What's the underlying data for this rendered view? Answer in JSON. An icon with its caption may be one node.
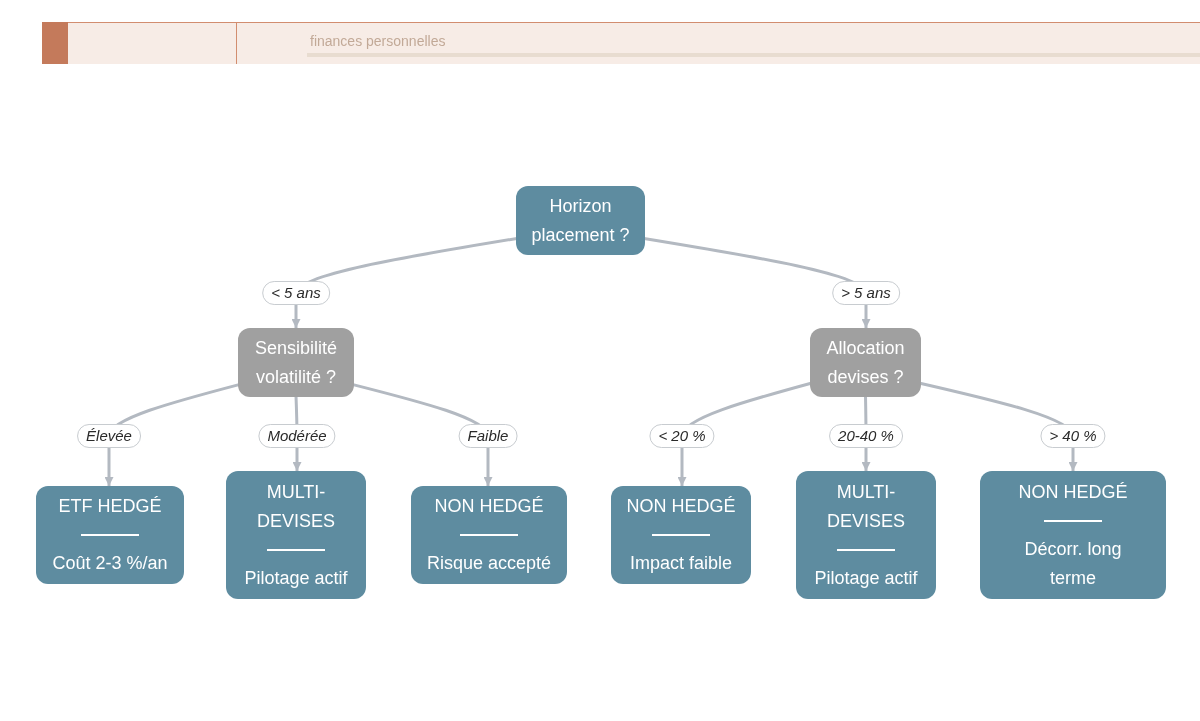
{
  "diagram": {
    "nodes": [
      {
        "text": [
          "Horizon placement ?"
        ]
      },
      {
        "text": [
          "Sensibilité volatilité ?"
        ]
      },
      {
        "text": [
          "Allocation devises ?"
        ]
      },
      {
        "text": [
          "ETF HEDGÉ",
          "Coût 2-3 %/an"
        ]
      },
      {
        "text": [
          "MULTI-DEVISES",
          "Pilotage actif"
        ]
      },
      {
        "text": [
          "NON HEDGÉ",
          "Risque accepté"
        ]
      },
      {
        "text": [
          "NON HEDGÉ",
          "Impact faible"
        ]
      },
      {
        "text": [
          "MULTI-DEVISES",
          "Pilotage actif"
        ]
      },
      {
        "text": [
          "NON HEDGÉ",
          "Décorr. long terme"
        ]
      }
    ],
    "edges": [
      {
        "from": 0,
        "to": 1,
        "arrow": "to",
        "label": "< 5 ans"
      },
      {
        "from": 0,
        "to": 2,
        "arrow": "to",
        "label": "> 5 ans"
      },
      {
        "from": 1,
        "to": 3,
        "arrow": "to",
        "label": "Élevée"
      },
      {
        "from": 1,
        "to": 4,
        "arrow": "to",
        "label": "Modérée"
      },
      {
        "from": 1,
        "to": 5,
        "arrow": "to",
        "label": "Faible"
      },
      {
        "from": 2,
        "to": 6,
        "arrow": "to",
        "label": "< 20 %"
      },
      {
        "from": 2,
        "to": 7,
        "arrow": "to",
        "label": "20-40 %"
      },
      {
        "from": 2,
        "to": 8,
        "arrow": "to",
        "label": "> 40 %"
      }
    ],
    "labels": [
      "finances personnelles"
    ]
  }
}
